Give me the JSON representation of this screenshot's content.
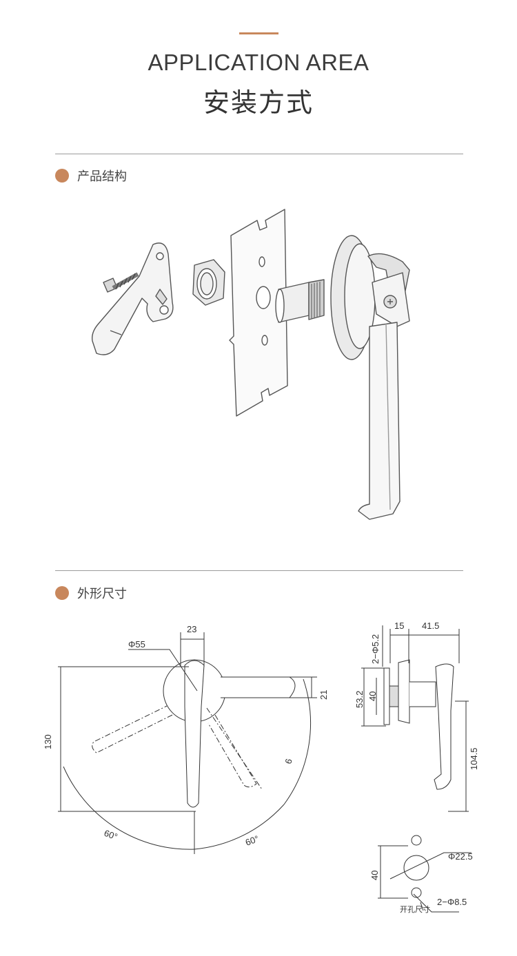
{
  "header": {
    "title_en": "APPLICATION AREA",
    "title_cn": "安装方式"
  },
  "sections": {
    "structure": {
      "label": "产品结构"
    },
    "dimensions": {
      "label": "外形尺寸"
    }
  },
  "drawing": {
    "front": {
      "width_top": "23",
      "diameter": "Φ55",
      "height_total": "130",
      "offset_right": "21",
      "angle_left": "60°",
      "angle_right": "60°",
      "small_dim": "6"
    },
    "side": {
      "dim_15": "15",
      "dim_41_5": "41.5",
      "holes": "2−Φ5.2",
      "dim_53_2": "53.2",
      "dim_40": "40",
      "dim_104_5": "104.5"
    },
    "cutout": {
      "dim_40": "40",
      "center_hole": "Φ22.5",
      "small_holes": "2−Φ8.5",
      "caption": "开孔尺寸"
    }
  },
  "colors": {
    "accent": "#c8875c",
    "rule": "#9a9a9a"
  }
}
